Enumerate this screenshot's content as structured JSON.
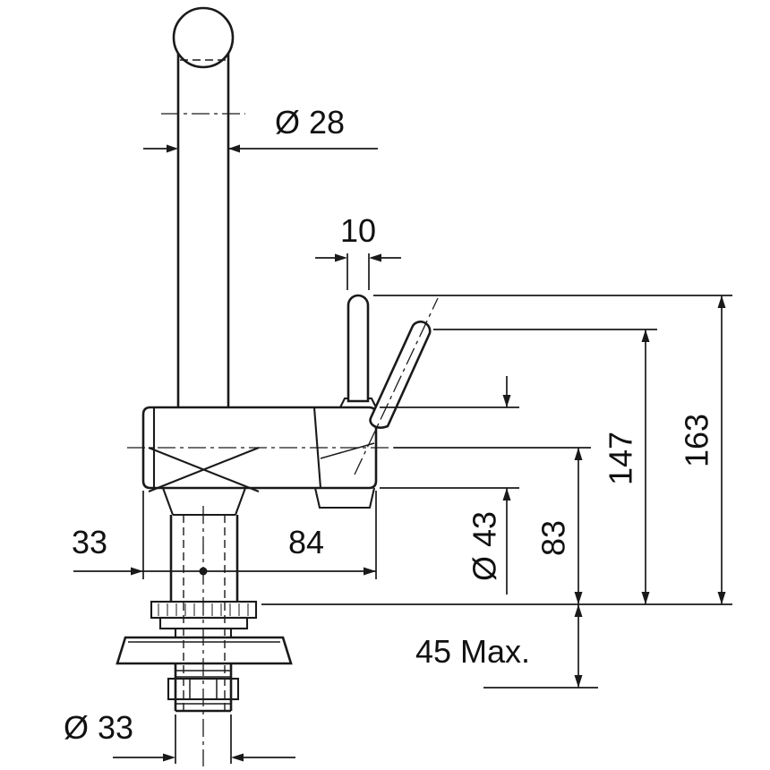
{
  "drawing_type": "faucet-dimensional-drawing",
  "colors": {
    "line": "#1a1a1a",
    "background": "#ffffff"
  },
  "dimensions": {
    "spout_diameter": "Ø 28",
    "lever_width": "10",
    "total_height": "163",
    "lever_height": "147",
    "spout_height": "83",
    "body_diameter": "Ø 43",
    "offset_back": "33",
    "offset_front": "84",
    "deck_thickness": "45 Max.",
    "hole_diameter": "Ø 33"
  }
}
